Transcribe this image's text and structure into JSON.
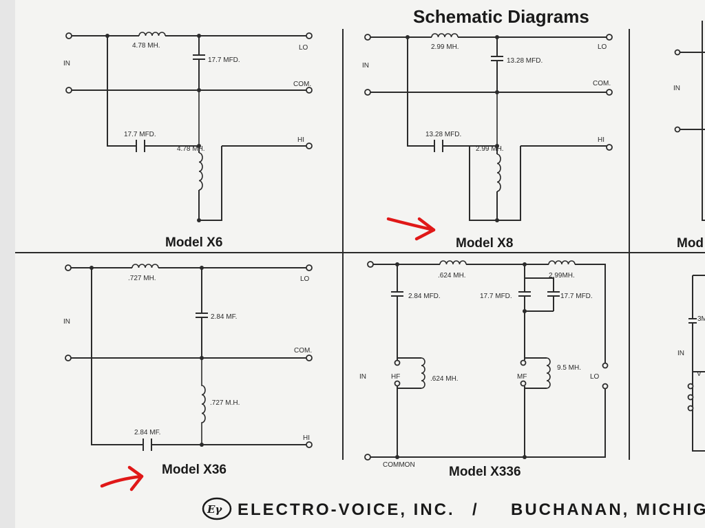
{
  "heading": "Schematic Diagrams",
  "footer": {
    "logo": "Eγ",
    "company": "ELECTRO-VOICE, INC.",
    "separator": "/",
    "location": "BUCHANAN, MICHIG"
  },
  "x6": {
    "model": "Model X6",
    "in": "IN",
    "lo": "LO",
    "com": "COM.",
    "hi": "HI",
    "l_top": "4.78 MH.",
    "c_top": "17.7 MFD.",
    "c_bottom": "17.7 MFD.",
    "l_bottom": "4.78 MH."
  },
  "x8": {
    "model": "Model X8",
    "in": "IN",
    "lo": "LO",
    "com": "COM.",
    "hi": "HI",
    "l_top": "2.99 MH.",
    "c_top": "13.28 MFD.",
    "c_bottom": "13.28 MFD.",
    "l_bottom": "2.99 MH."
  },
  "x36": {
    "model": "Model X36",
    "in": "IN",
    "lo": "LO",
    "com": "COM.",
    "hi": "HI",
    "l_top": ".727 MH.",
    "c_top": "2.84 MF.",
    "l_bottom": ".727 M.H.",
    "c_bottom": "2.84 MF."
  },
  "x336": {
    "model": "Model X336",
    "in": "IN",
    "hf": "HF",
    "mf": "MF",
    "lo": "LO",
    "common": "COMMON",
    "l1": ".624 MH.",
    "l2": "2.99MH.",
    "c1": "2.84 MFD.",
    "c2": "17.7 MFD.",
    "c3": "17.7 MFD.",
    "l3": ".624 MH.",
    "l4": "9.5 MH."
  },
  "partial": {
    "model": "Mod",
    "in_top": "IN",
    "in_bottom": "IN",
    "cap": "3M",
    "misc": "V"
  },
  "annotation_color": "#e01818"
}
